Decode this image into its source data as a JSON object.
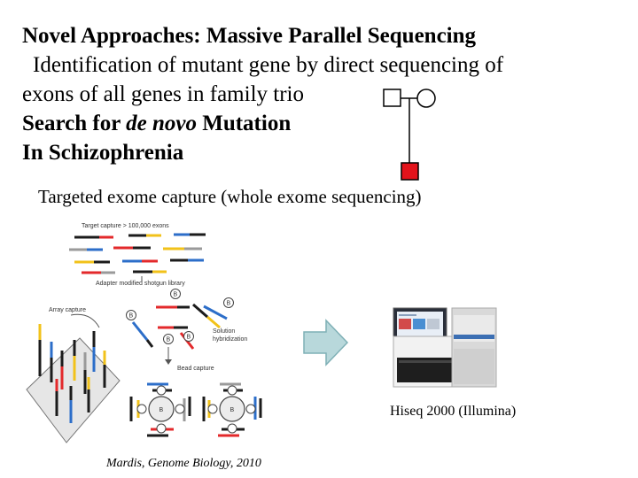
{
  "slide": {
    "title_line": "Novel Approaches:   Massive Parallel Sequencing",
    "desc_line1": "Identification of mutant gene by direct sequencing of",
    "desc_line2": "exons of all genes in  family trio",
    "search_prefix": "Search for ",
    "search_italic": "de novo",
    "search_suffix": " Mutation",
    "disease_line": "In Schizophrenia",
    "method_line": "Targeted exome capture (whole exome sequencing)",
    "instrument_caption": "Hiseq 2000 (Illumina)",
    "citation": "Mardis, Genome Biology, 2010"
  },
  "figure": {
    "target_capture_label": "Target capture > 100,000 exons",
    "adapter_label": "Adapter modified shotgun library",
    "array_label": "Array capture",
    "solution_label1": "Solution",
    "solution_label2": "hybridization",
    "bead_label": "Bead capture",
    "bead_letter": "B"
  },
  "pedigree": {
    "colors": {
      "affected": "#e3131b",
      "line": "#000000"
    }
  },
  "colors": {
    "arrow_fill": "#b8d8db",
    "arrow_stroke": "#7fb0b6",
    "read_yellow": "#f2c21a",
    "read_red": "#e3292b",
    "read_blue": "#2c6ec9",
    "read_gray": "#9a9a9a",
    "read_black": "#1b1b1b"
  }
}
